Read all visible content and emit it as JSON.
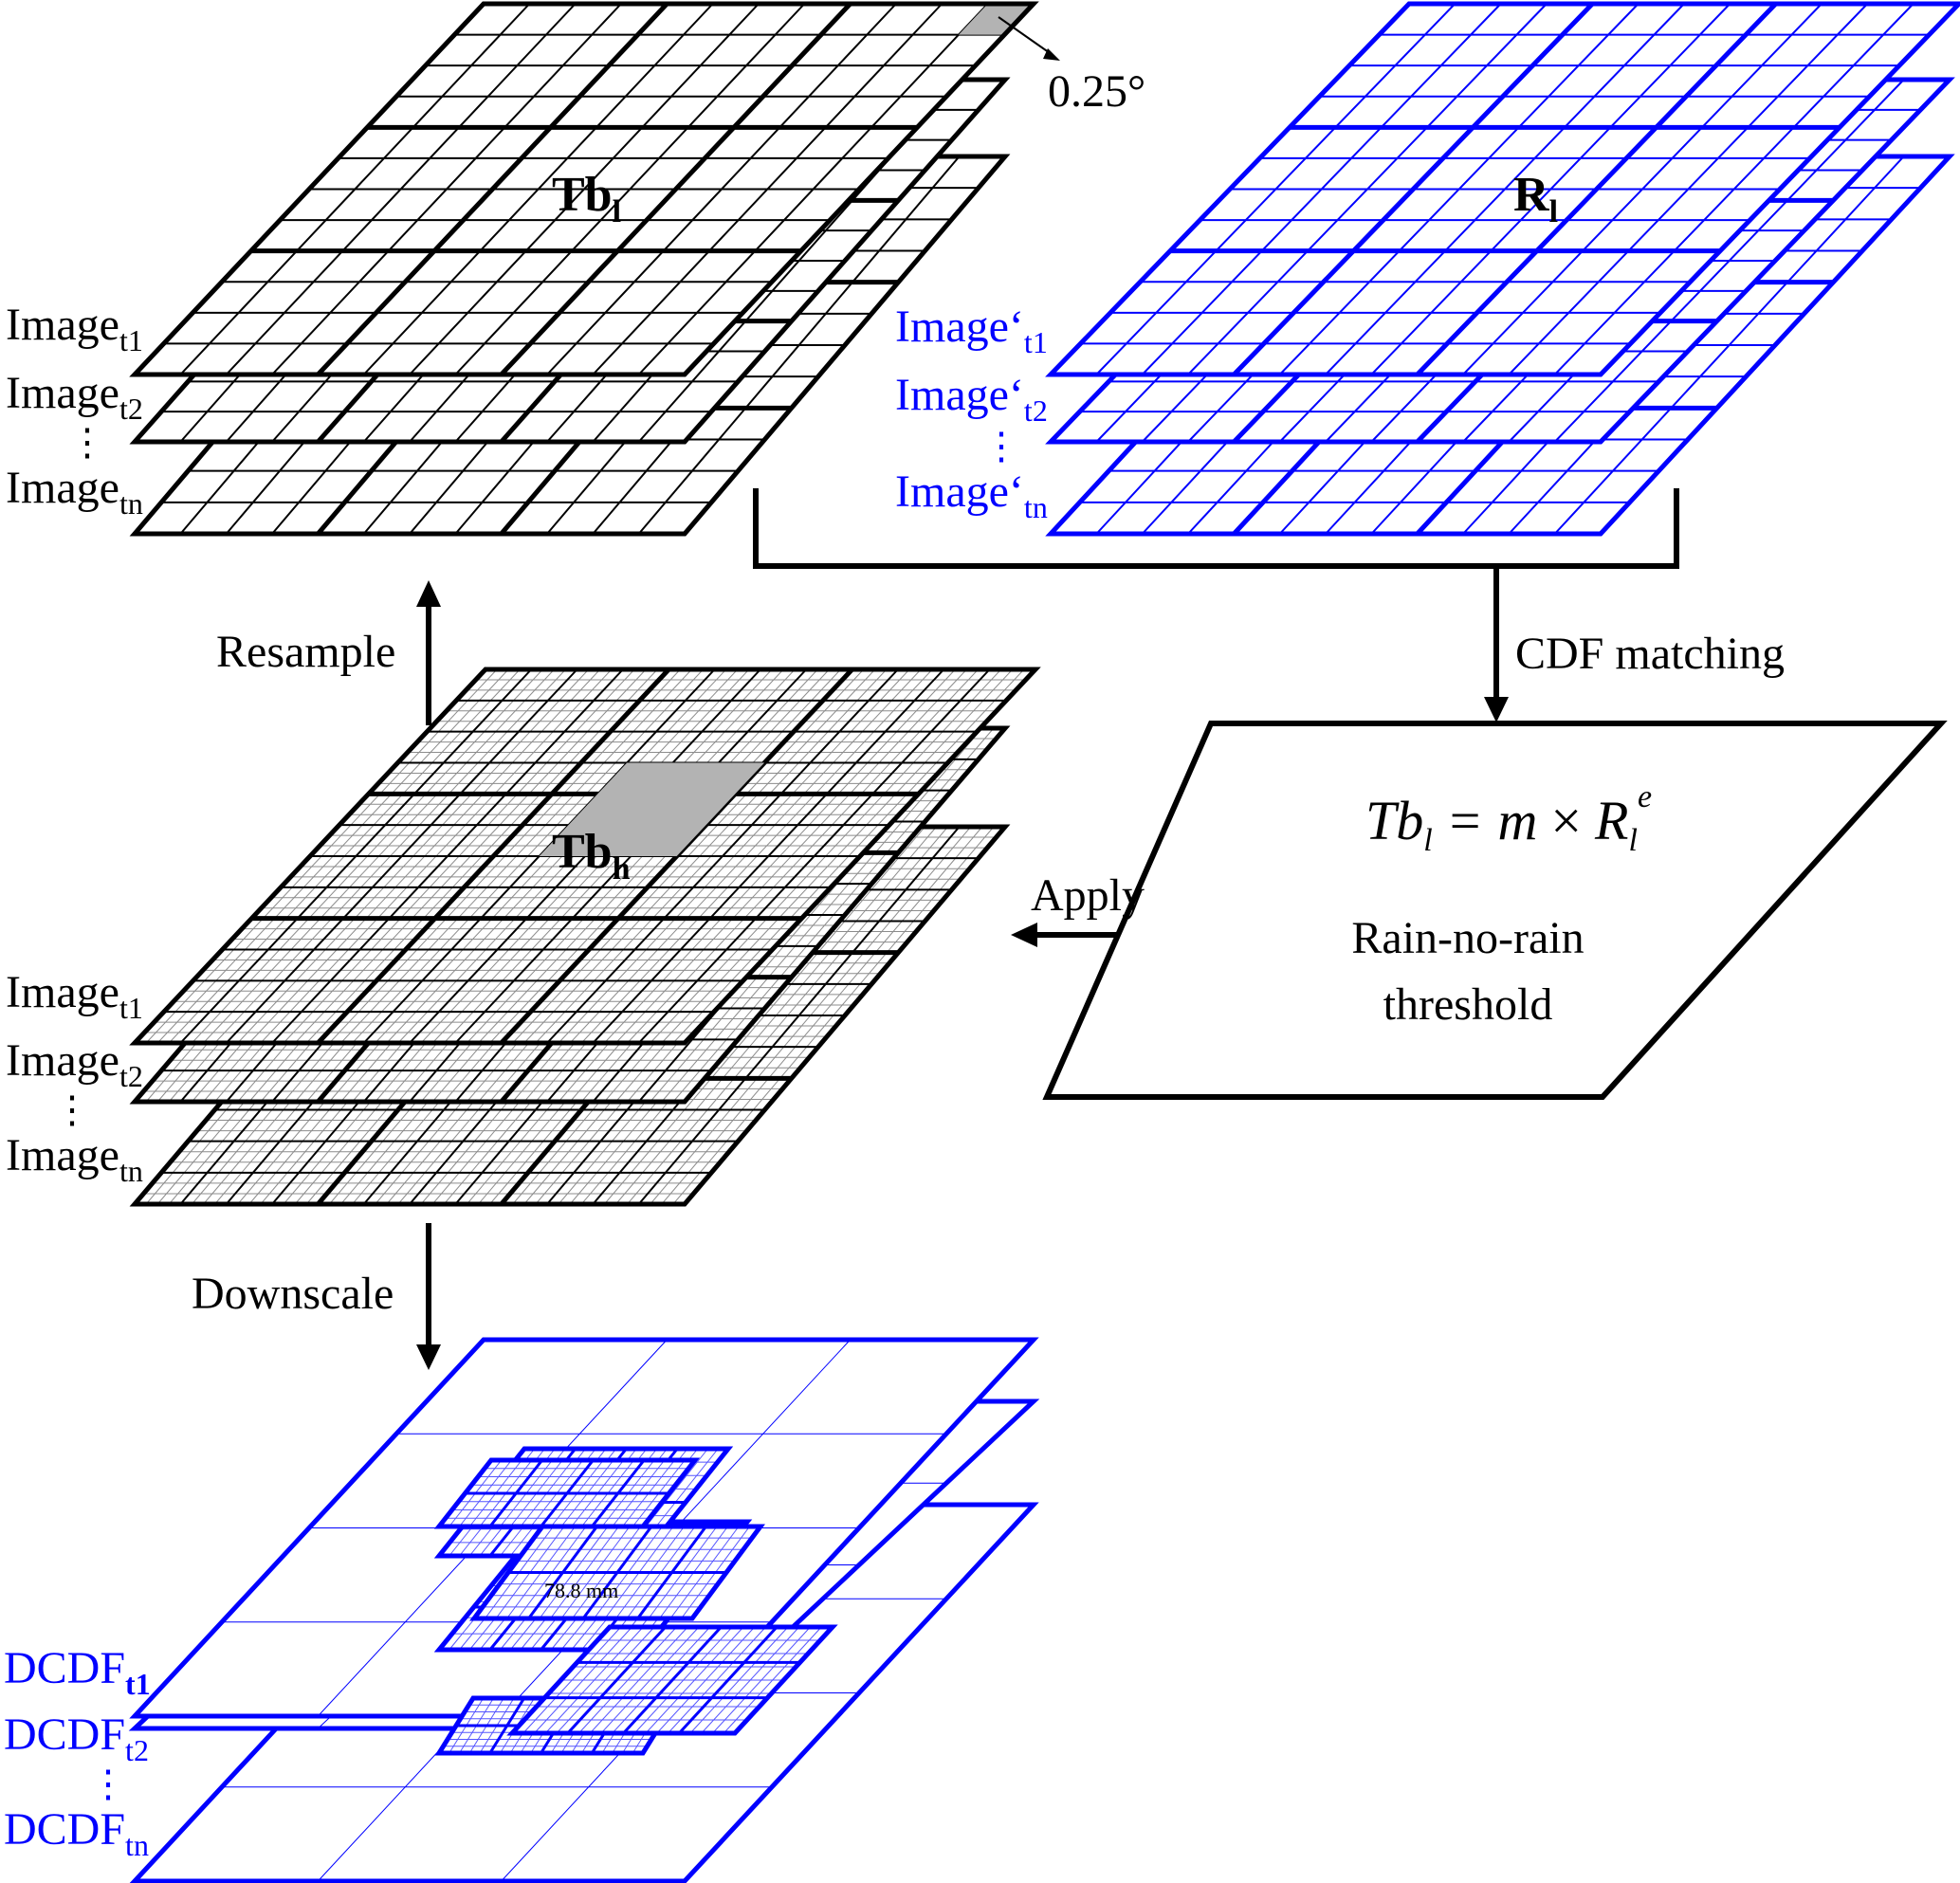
{
  "colors": {
    "black": "#000000",
    "blue": "#0000ff",
    "highlight_gray": "#b3b3b3",
    "fine_grid_gray": "#8c8c8c"
  },
  "top_left_stack": {
    "title_main": "Tb",
    "title_sub": "l",
    "layers": [
      {
        "label_main": "Image",
        "label_sub": "t1"
      },
      {
        "label_main": "Image",
        "label_sub": "t2"
      },
      {
        "label_main": "Image",
        "label_sub": "tn"
      }
    ],
    "ellipsis": "⋮",
    "cell_annotation": "0.25°"
  },
  "top_right_stack": {
    "title_main": "R",
    "title_sub": "l",
    "layers": [
      {
        "label_main": "Image‘",
        "label_sub": "t1"
      },
      {
        "label_main": "Image‘",
        "label_sub": "t2"
      },
      {
        "label_main": "Image‘",
        "label_sub": "tn"
      }
    ],
    "ellipsis": "⋮"
  },
  "middle_stack": {
    "title_main": "Tb",
    "title_sub": "h",
    "layers": [
      {
        "label_main": "Image",
        "label_sub": "t1"
      },
      {
        "label_main": "Image",
        "label_sub": "t2"
      },
      {
        "label_main": "Image",
        "label_sub": "tn"
      }
    ],
    "ellipsis": "⋮"
  },
  "bottom_stack": {
    "layers": [
      {
        "label_main": "DCDF",
        "label_sub": "t1"
      },
      {
        "label_main": "DCDF",
        "label_sub": "t2"
      },
      {
        "label_main": "DCDF",
        "label_sub": "tn"
      }
    ],
    "ellipsis": "⋮",
    "inner_annotation": "78.8 mm"
  },
  "arrows": {
    "resample": "Resample",
    "downscale": "Downscale",
    "cdf_matching": "CDF matching",
    "apply": "Apply"
  },
  "equation_box": {
    "eq_lhs_main": "Tb",
    "eq_lhs_sub": "l",
    "eq_equals": "=",
    "eq_m": "m",
    "eq_times": "×",
    "eq_rhs_main": "R",
    "eq_rhs_sub": "l",
    "eq_rhs_sup": "e",
    "line1": "Rain-no-rain",
    "line2": "threshold"
  }
}
